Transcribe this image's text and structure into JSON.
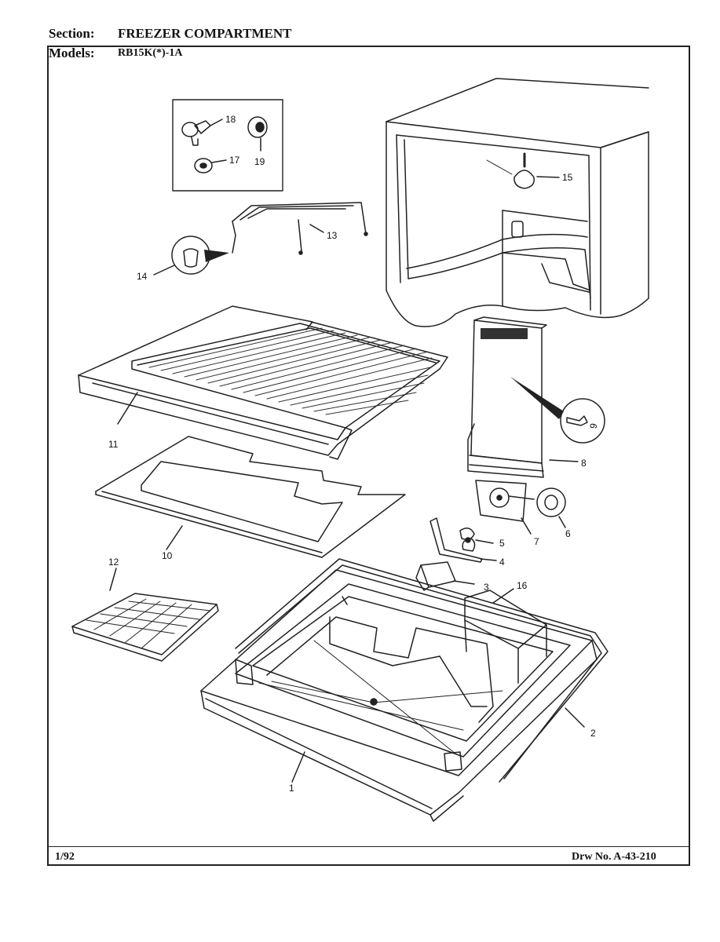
{
  "header": {
    "section_label": "Section:",
    "section_value": "FREEZER COMPARTMENT",
    "models_label": "Models:",
    "models_value": "RB15K(*)-1A"
  },
  "footer": {
    "date": "1/92",
    "drawing_number": "Drw No. A-43-210"
  },
  "callouts": [
    "1",
    "2",
    "3",
    "4",
    "5",
    "6",
    "7",
    "8",
    "9",
    "10",
    "11",
    "12",
    "13",
    "14",
    "15",
    "16",
    "17",
    "18",
    "19"
  ]
}
